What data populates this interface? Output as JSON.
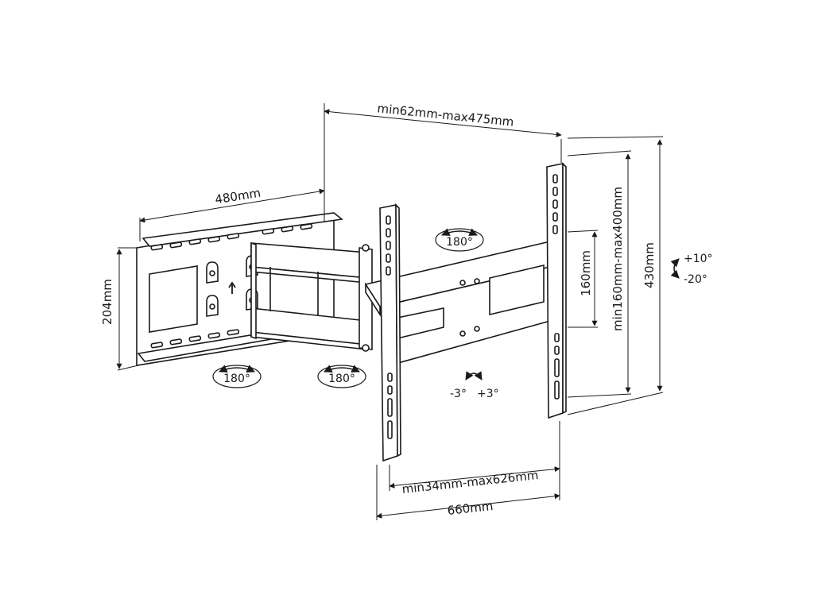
{
  "dimensions": {
    "arm_extension": "min62mm-max475mm",
    "wall_plate_width": "480mm",
    "wall_plate_height": "204mm",
    "vesa_vertical_inner": "160mm",
    "vesa_vertical_range": "min160mm-max400mm",
    "bracket_height": "430mm",
    "vesa_horizontal_range": "min34mm-max626mm",
    "bracket_width": "660mm"
  },
  "rotations": {
    "swivel_wall": "180°",
    "swivel_middle": "180°",
    "swivel_head": "180°",
    "tilt_up": "+10°",
    "tilt_down": "-20°",
    "level_minus": "-3°",
    "level_plus": "+3°"
  },
  "colors": {
    "line": "#1a1a1a",
    "fill": "#ffffff"
  }
}
